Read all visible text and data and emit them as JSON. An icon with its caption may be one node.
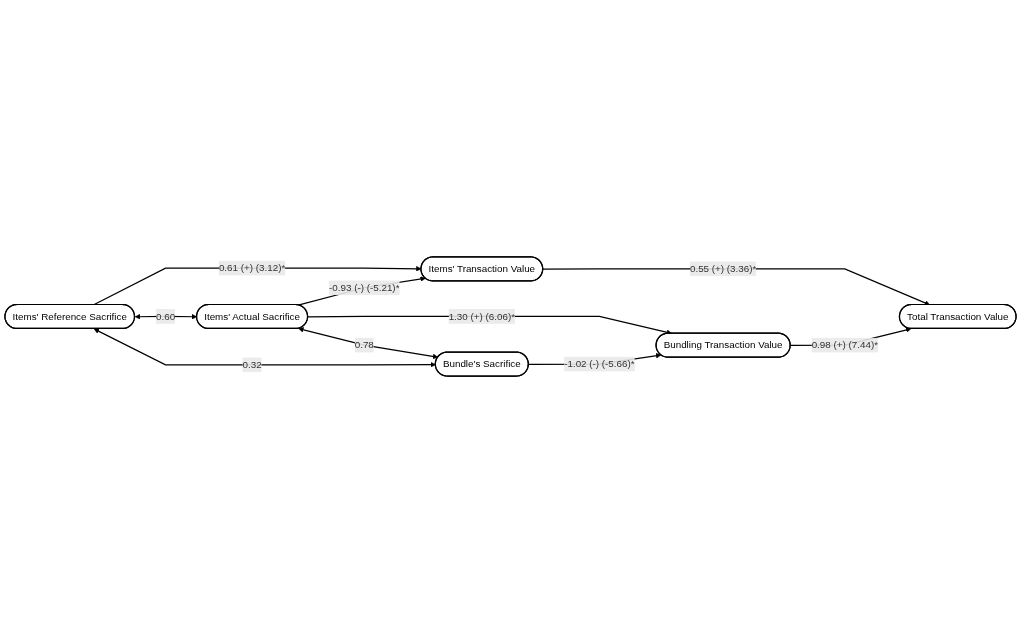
{
  "diagram": {
    "nodes": [
      {
        "text": [
          "Items' Reference Sacrifice"
        ]
      },
      {
        "text": [
          "Items' Transaction Value"
        ]
      },
      {
        "text": [
          "Items' Actual Sacrifice"
        ]
      },
      {
        "text": [
          "Total Transaction Value"
        ]
      },
      {
        "text": [
          "Bundle's Sacrifice"
        ]
      },
      {
        "text": [
          "Bundling Transaction Value"
        ]
      }
    ],
    "edges": [
      {
        "from": 0,
        "to": 1,
        "arrow": "to",
        "label": "0.61 (+) (3.12)*"
      },
      {
        "from": 2,
        "to": 1,
        "arrow": "to",
        "label": "-0.93 (-) (-5.21)*"
      },
      {
        "from": 1,
        "to": 3,
        "arrow": "to",
        "label": "0.55 (+) (3.36)*"
      },
      {
        "from": 0,
        "to": 2,
        "arrow": "both",
        "label": "0.60"
      },
      {
        "from": 2,
        "to": 5,
        "arrow": "to",
        "label": "1.30 (+) (6.06)*"
      },
      {
        "from": 5,
        "to": 3,
        "arrow": "to",
        "label": "0.98 (+) (7.44)*"
      },
      {
        "from": 2,
        "to": 4,
        "arrow": "both",
        "label": "0.78"
      },
      {
        "from": 4,
        "to": 5,
        "arrow": "to",
        "label": "-1.02 (-) (-5.66)*"
      },
      {
        "from": 0,
        "to": 4,
        "arrow": "both",
        "label": "0.32"
      }
    ]
  }
}
